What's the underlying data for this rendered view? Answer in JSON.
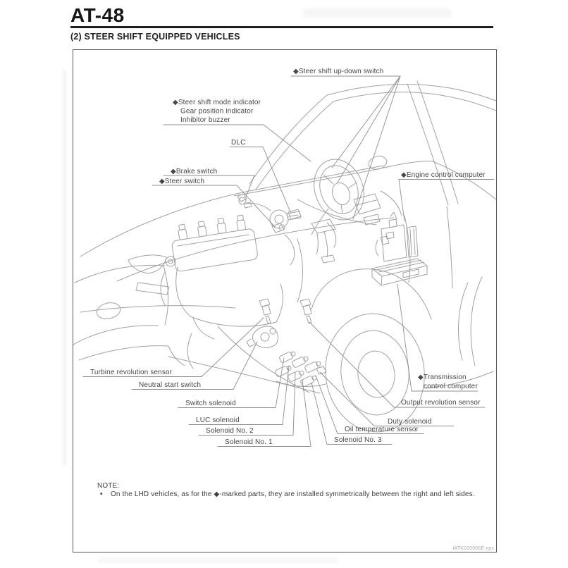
{
  "header": {
    "page_code": "AT-48",
    "section_title": "(2) STEER SHIFT EQUIPPED VEHICLES"
  },
  "figure": {
    "labels": {
      "up_down_switch": "◆Steer shift up-down switch",
      "mode_indicator_1": "◆Steer shift mode indicator",
      "mode_indicator_2": "Gear position indicator",
      "mode_indicator_3": "Inhibitor buzzer",
      "dlc": "DLC",
      "brake_switch": "◆Brake switch",
      "steer_switch": "◆Steer switch",
      "engine_control_computer": "◆Engine control computer",
      "turbine_revolution_sensor": "Turbine revolution sensor",
      "neutral_start_switch": "Neutral start switch",
      "switch_solenoid": "Switch solenoid",
      "luc_solenoid": "LUC solenoid",
      "solenoid_no_2": "Solenoid No. 2",
      "solenoid_no_1": "Solenoid No. 1",
      "transmission_1": "◆Transmission",
      "transmission_2": "control computer",
      "output_revolution_sensor": "Output revolution sensor",
      "duty_solenoid": "Duty solenoid",
      "oil_temperature_sensor": "Oil temperature sensor",
      "solenoid_no_3": "Solenoid No. 3"
    },
    "note": {
      "title": "NOTE:",
      "bullet": "•",
      "text": "On the LHD vehicles, as for the ◆-marked parts, they are installed symmetrically between the right and left sides."
    },
    "figure_code": "IATK020006E eps"
  },
  "colors": {
    "line_art": "#a2a2a2",
    "leader_line": "#8e8e8e",
    "label_text": "#474747",
    "header_text": "#161616"
  }
}
